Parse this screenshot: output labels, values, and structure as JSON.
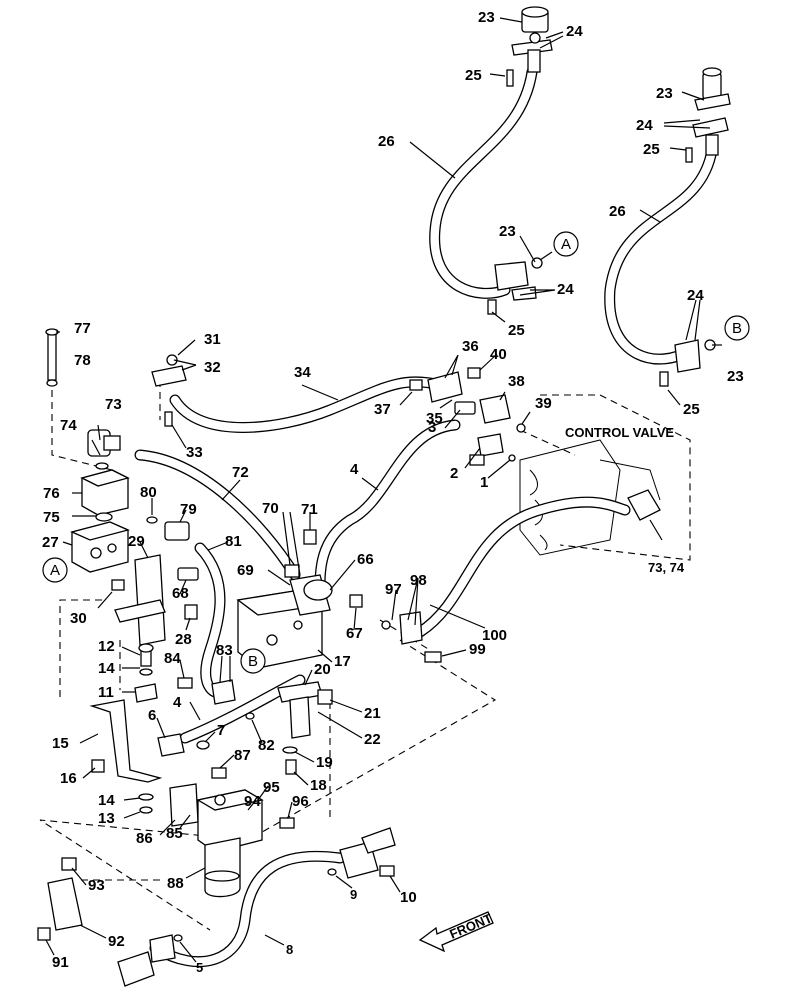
{
  "diagram": {
    "control_valve_label": "CONTROL VALVE",
    "front_label": "FRONT",
    "circle_refs": [
      "A",
      "B",
      "A",
      "B"
    ],
    "callouts": [
      {
        "id": "c23a",
        "text": "23"
      },
      {
        "id": "c24a",
        "text": "24"
      },
      {
        "id": "c25a",
        "text": "25"
      },
      {
        "id": "c26a",
        "text": "26"
      },
      {
        "id": "c23b",
        "text": "23"
      },
      {
        "id": "c24b",
        "text": "24"
      },
      {
        "id": "c25b",
        "text": "25"
      },
      {
        "id": "c23c",
        "text": "23"
      },
      {
        "id": "c24c",
        "text": "24"
      },
      {
        "id": "c25c",
        "text": "25"
      },
      {
        "id": "c26b",
        "text": "26"
      },
      {
        "id": "c24d",
        "text": "24"
      },
      {
        "id": "c23d",
        "text": "23"
      },
      {
        "id": "c25d",
        "text": "25"
      },
      {
        "id": "c77",
        "text": "77"
      },
      {
        "id": "c78",
        "text": "78"
      },
      {
        "id": "c31",
        "text": "31"
      },
      {
        "id": "c32",
        "text": "32"
      },
      {
        "id": "c34",
        "text": "34"
      },
      {
        "id": "c36",
        "text": "36"
      },
      {
        "id": "c40",
        "text": "40"
      },
      {
        "id": "c73a",
        "text": "73"
      },
      {
        "id": "c74a",
        "text": "74"
      },
      {
        "id": "c33",
        "text": "33"
      },
      {
        "id": "c37",
        "text": "37"
      },
      {
        "id": "c35",
        "text": "35"
      },
      {
        "id": "c38",
        "text": "38"
      },
      {
        "id": "c39",
        "text": "39"
      },
      {
        "id": "c3",
        "text": "3"
      },
      {
        "id": "c2",
        "text": "2"
      },
      {
        "id": "c1",
        "text": "1"
      },
      {
        "id": "c72",
        "text": "72"
      },
      {
        "id": "c4a",
        "text": "4"
      },
      {
        "id": "c76",
        "text": "76"
      },
      {
        "id": "c80",
        "text": "80"
      },
      {
        "id": "c79",
        "text": "79"
      },
      {
        "id": "c75",
        "text": "75"
      },
      {
        "id": "c70",
        "text": "70"
      },
      {
        "id": "c71",
        "text": "71"
      },
      {
        "id": "c27",
        "text": "27"
      },
      {
        "id": "c81",
        "text": "81"
      },
      {
        "id": "c29",
        "text": "29"
      },
      {
        "id": "c66",
        "text": "66"
      },
      {
        "id": "c6974",
        "text": "73, 74"
      },
      {
        "id": "c69",
        "text": "69"
      },
      {
        "id": "c68",
        "text": "68"
      },
      {
        "id": "c97",
        "text": "97"
      },
      {
        "id": "c98",
        "text": "98"
      },
      {
        "id": "c30",
        "text": "30"
      },
      {
        "id": "c28",
        "text": "28"
      },
      {
        "id": "c67",
        "text": "67"
      },
      {
        "id": "c100",
        "text": "100"
      },
      {
        "id": "c12",
        "text": "12"
      },
      {
        "id": "c83",
        "text": "83"
      },
      {
        "id": "c84",
        "text": "84"
      },
      {
        "id": "c17",
        "text": "17"
      },
      {
        "id": "c99",
        "text": "99"
      },
      {
        "id": "c14a",
        "text": "14"
      },
      {
        "id": "c20",
        "text": "20"
      },
      {
        "id": "c11",
        "text": "11"
      },
      {
        "id": "c4b",
        "text": "4"
      },
      {
        "id": "c6",
        "text": "6"
      },
      {
        "id": "c21",
        "text": "21"
      },
      {
        "id": "c7",
        "text": "7"
      },
      {
        "id": "c22",
        "text": "22"
      },
      {
        "id": "c15",
        "text": "15"
      },
      {
        "id": "c82",
        "text": "82"
      },
      {
        "id": "c87",
        "text": "87"
      },
      {
        "id": "c19",
        "text": "19"
      },
      {
        "id": "c16",
        "text": "16"
      },
      {
        "id": "c18",
        "text": "18"
      },
      {
        "id": "c95",
        "text": "95"
      },
      {
        "id": "c94",
        "text": "94"
      },
      {
        "id": "c14b",
        "text": "14"
      },
      {
        "id": "c96",
        "text": "96"
      },
      {
        "id": "c13",
        "text": "13"
      },
      {
        "id": "c86",
        "text": "86"
      },
      {
        "id": "c85",
        "text": "85"
      },
      {
        "id": "c88",
        "text": "88"
      },
      {
        "id": "c93",
        "text": "93"
      },
      {
        "id": "c9",
        "text": "9"
      },
      {
        "id": "c10",
        "text": "10"
      },
      {
        "id": "c92",
        "text": "92"
      },
      {
        "id": "c8",
        "text": "8"
      },
      {
        "id": "c91",
        "text": "91"
      },
      {
        "id": "c5",
        "text": "5"
      }
    ]
  }
}
